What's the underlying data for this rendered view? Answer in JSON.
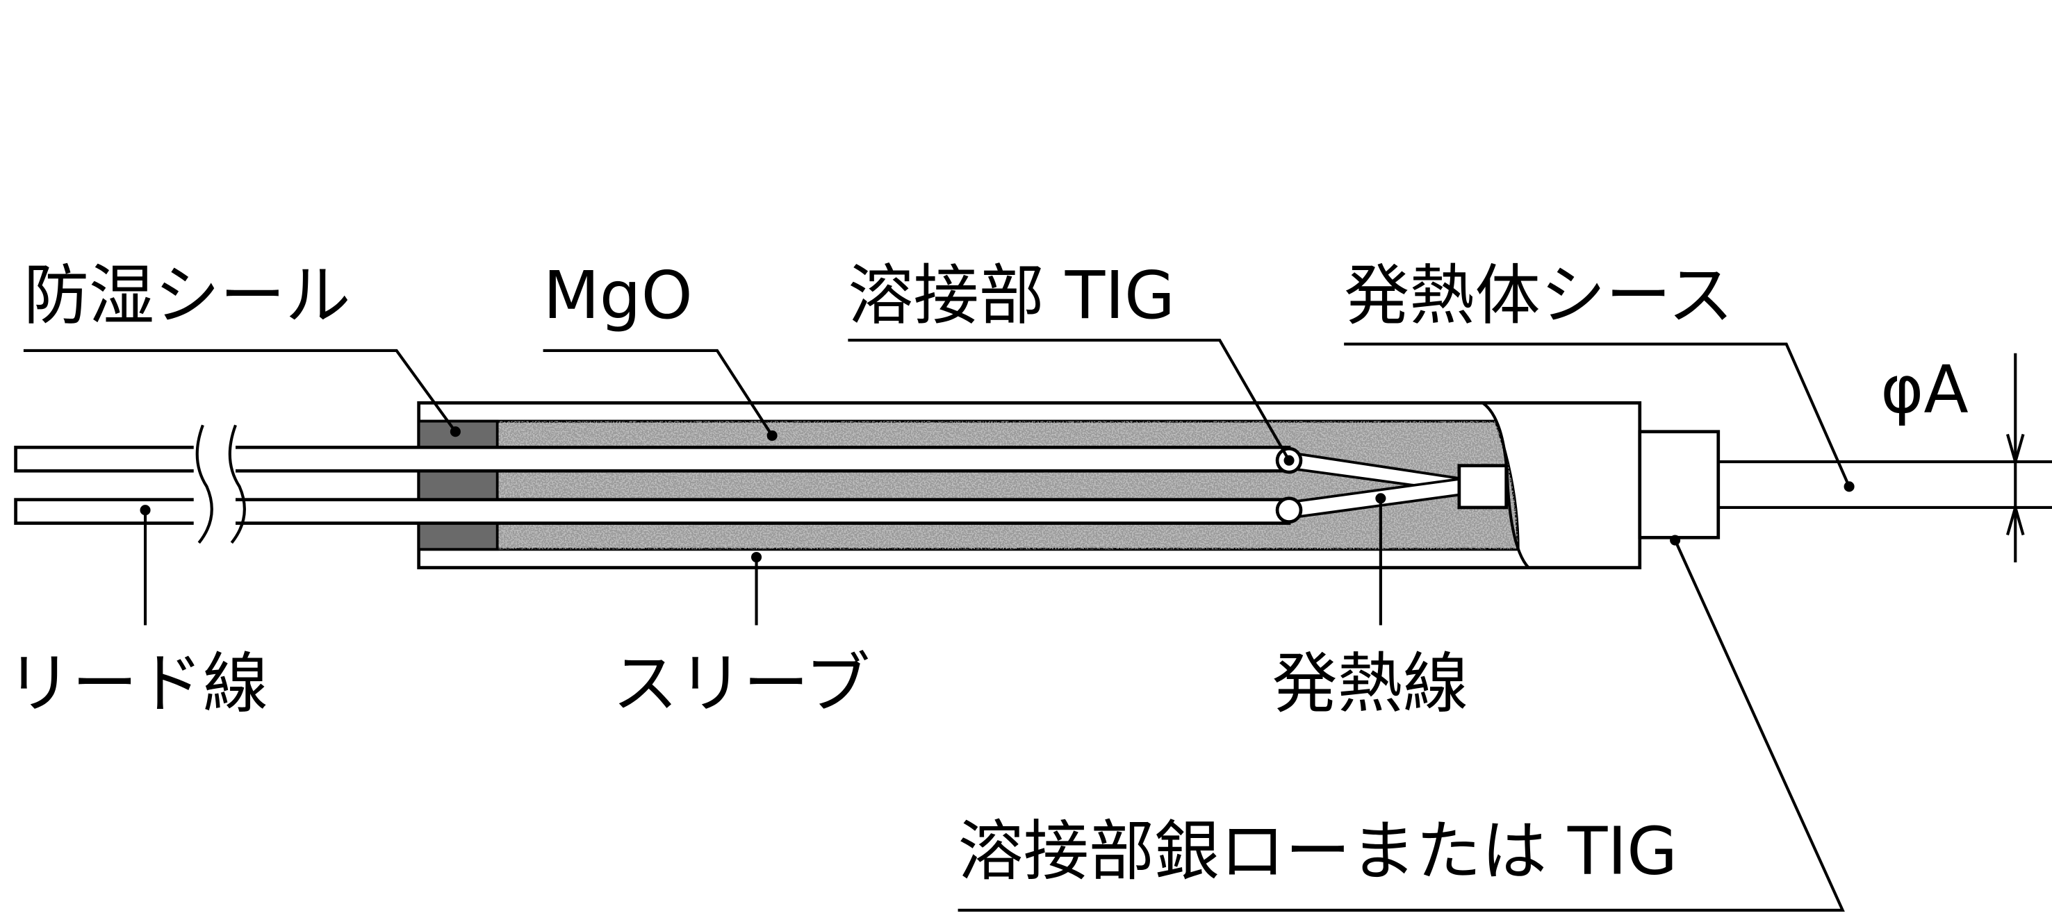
{
  "labels": {
    "moisture_seal": "防湿シール",
    "mgo": "MgO",
    "weld_tig": "溶接部 TIG",
    "heater_sheath": "発熱体シース",
    "diameter": "φA",
    "lead_wire": "リード線",
    "sleeve": "スリーブ",
    "heating_wire": "発熱線",
    "weld_silver_or_tig": "溶接部銀ローまたは TIG"
  },
  "colors": {
    "mgo_fill": "#9a9a9a",
    "seal_fill": "#6a6a6a",
    "line": "#000000"
  }
}
